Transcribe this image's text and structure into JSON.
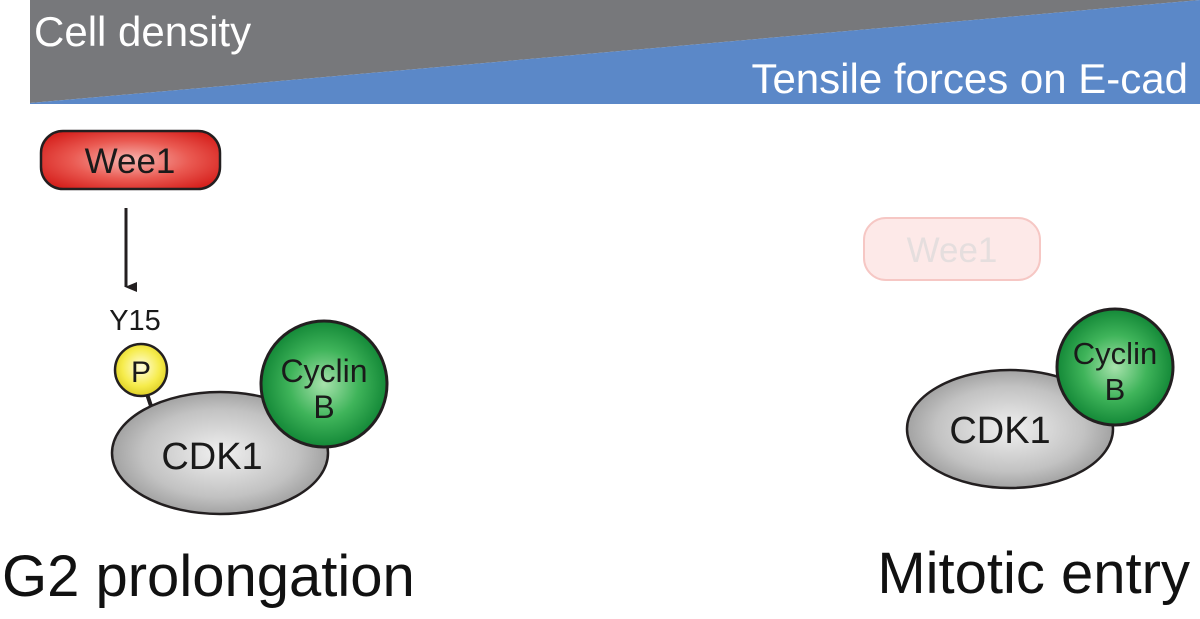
{
  "gradient_bar": {
    "density_label": "Cell density",
    "force_label": "Tensile forces on E-cad",
    "colors": {
      "density": "#77787b",
      "force": "#5b88c8"
    }
  },
  "left_state": {
    "wee1_label": "Wee1",
    "site_label": "Y15",
    "phospho_label": "P",
    "cdk_label": "CDK1",
    "cyclin_line1": "Cyclin",
    "cyclin_line2": "B",
    "caption": "G2 prolongation"
  },
  "right_state": {
    "wee1_label": "Wee1",
    "cdk_label": "CDK1",
    "cyclin_line1": "Cyclin",
    "cyclin_line2": "B",
    "caption": "Mitotic entry"
  },
  "colors": {
    "wee1": "#e0302c",
    "wee1_faded": "#fbe1e0",
    "cdk": "#b3b3b3",
    "cyclin": "#149a3e",
    "phospho": "#f2e93a"
  }
}
